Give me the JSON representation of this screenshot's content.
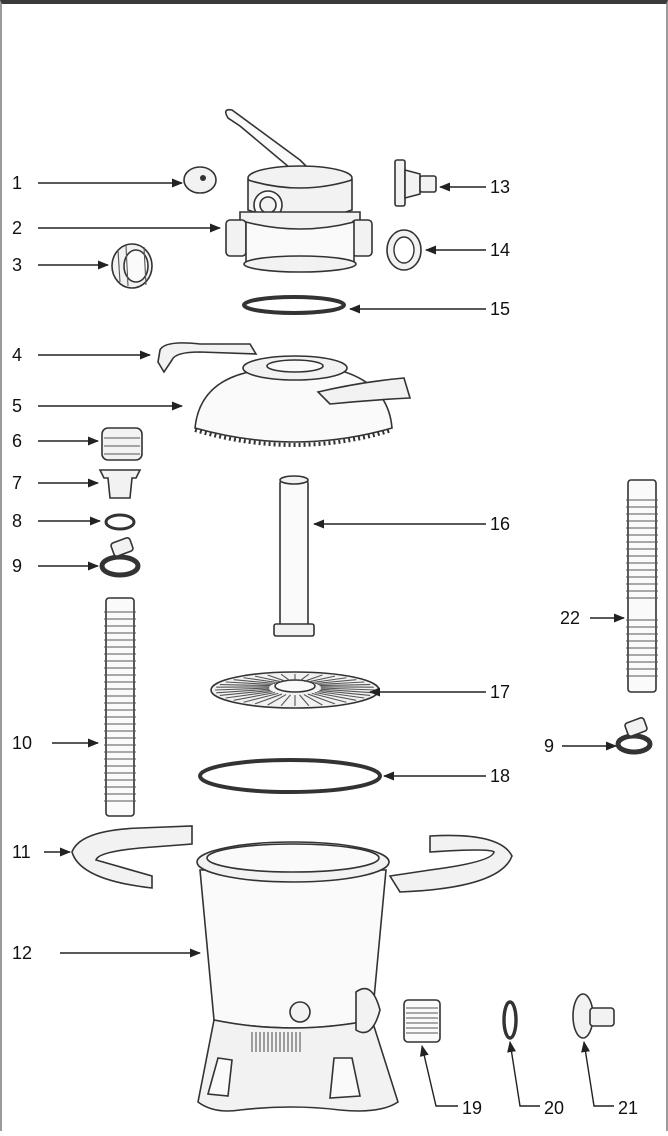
{
  "diagram": {
    "parts": [
      {
        "id": "1",
        "label": "1"
      },
      {
        "id": "2",
        "label": "2"
      },
      {
        "id": "3",
        "label": "3"
      },
      {
        "id": "4",
        "label": "4"
      },
      {
        "id": "5",
        "label": "5"
      },
      {
        "id": "6",
        "label": "6"
      },
      {
        "id": "7",
        "label": "7"
      },
      {
        "id": "8",
        "label": "8"
      },
      {
        "id": "9a",
        "label": "9"
      },
      {
        "id": "10",
        "label": "10"
      },
      {
        "id": "11",
        "label": "11"
      },
      {
        "id": "12",
        "label": "12"
      },
      {
        "id": "13",
        "label": "13"
      },
      {
        "id": "14",
        "label": "14"
      },
      {
        "id": "15",
        "label": "15"
      },
      {
        "id": "16",
        "label": "16"
      },
      {
        "id": "17",
        "label": "17"
      },
      {
        "id": "18",
        "label": "18"
      },
      {
        "id": "9b",
        "label": "9"
      },
      {
        "id": "19",
        "label": "19"
      },
      {
        "id": "20",
        "label": "20"
      },
      {
        "id": "21",
        "label": "21"
      },
      {
        "id": "22",
        "label": "22"
      }
    ]
  }
}
